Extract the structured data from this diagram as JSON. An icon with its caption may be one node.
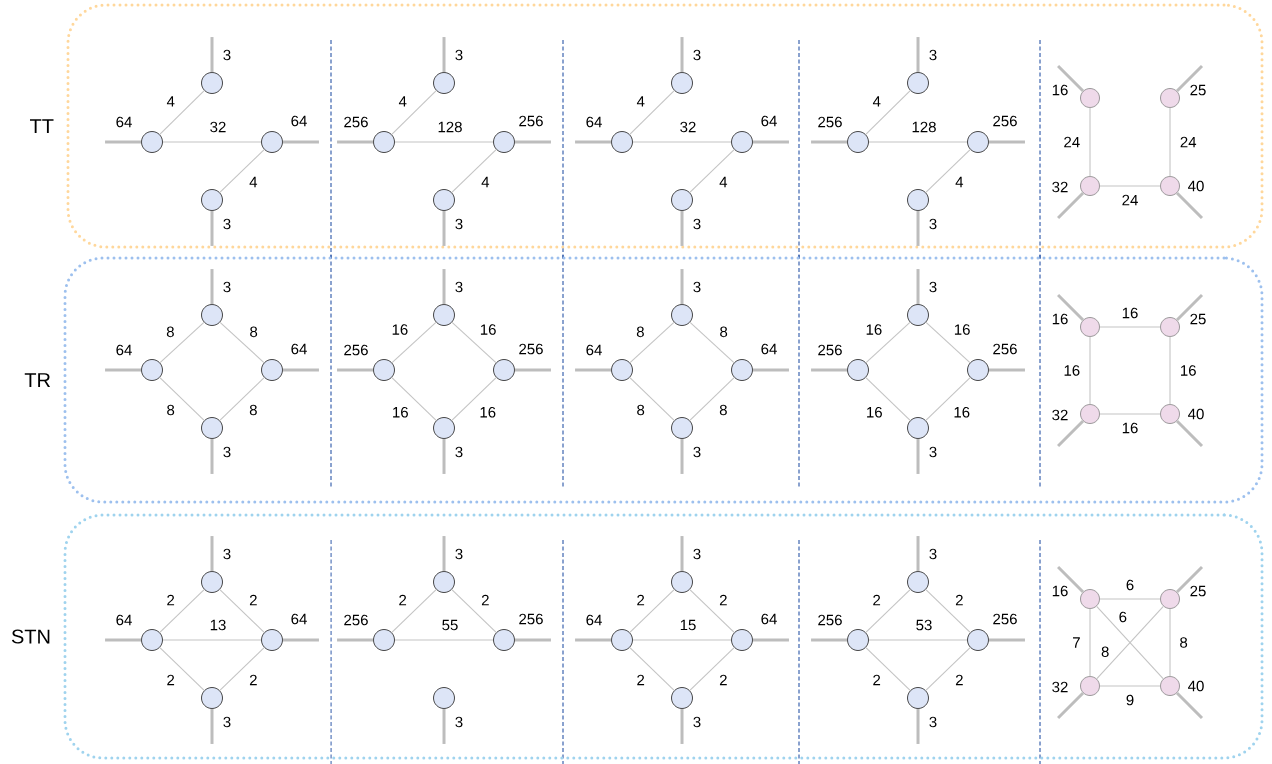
{
  "diagram": {
    "nodes": [
      {
        "text": [
          "TT"
        ]
      },
      {
        "text": [],
        "shape": "circle",
        "in": 0
      },
      {
        "text": [],
        "shape": "circle",
        "in": 0
      },
      {
        "text": [],
        "shape": "circle",
        "in": 0
      },
      {
        "text": [],
        "shape": "circle",
        "in": 0
      },
      {
        "text": [],
        "shape": "circle",
        "in": 0
      },
      {
        "text": [],
        "shape": "circle",
        "in": 0
      },
      {
        "text": [],
        "shape": "circle",
        "in": 0
      },
      {
        "text": [],
        "shape": "circle",
        "in": 0
      },
      {
        "text": [],
        "shape": "circle",
        "in": 0
      },
      {
        "text": [],
        "shape": "circle",
        "in": 0
      },
      {
        "text": [],
        "shape": "circle",
        "in": 0
      },
      {
        "text": [],
        "shape": "circle",
        "in": 0
      },
      {
        "text": [],
        "shape": "circle",
        "in": 0
      },
      {
        "text": [],
        "shape": "circle",
        "in": 0
      },
      {
        "text": [],
        "shape": "circle",
        "in": 0
      },
      {
        "text": [],
        "shape": "circle",
        "in": 0
      },
      {
        "text": [],
        "shape": "circle",
        "in": 0
      },
      {
        "text": [],
        "shape": "circle",
        "in": 0
      },
      {
        "text": [],
        "shape": "circle",
        "in": 0
      },
      {
        "text": [],
        "shape": "circle",
        "in": 0
      },
      {
        "text": [
          "TR"
        ]
      },
      {
        "text": [],
        "shape": "circle",
        "in": 21
      },
      {
        "text": [],
        "shape": "circle",
        "in": 21
      },
      {
        "text": [],
        "shape": "circle",
        "in": 21
      },
      {
        "text": [],
        "shape": "circle",
        "in": 21
      },
      {
        "text": [],
        "shape": "circle",
        "in": 21
      },
      {
        "text": [],
        "shape": "circle",
        "in": 21
      },
      {
        "text": [],
        "shape": "circle",
        "in": 21
      },
      {
        "text": [],
        "shape": "circle",
        "in": 21
      },
      {
        "text": [],
        "shape": "circle",
        "in": 21
      },
      {
        "text": [],
        "shape": "circle",
        "in": 21
      },
      {
        "text": [],
        "shape": "circle",
        "in": 21
      },
      {
        "text": [],
        "shape": "circle",
        "in": 21
      },
      {
        "text": [],
        "shape": "circle",
        "in": 21
      },
      {
        "text": [],
        "shape": "circle",
        "in": 21
      },
      {
        "text": [],
        "shape": "circle",
        "in": 21
      },
      {
        "text": [],
        "shape": "circle",
        "in": 21
      },
      {
        "text": [],
        "shape": "circle",
        "in": 21
      },
      {
        "text": [],
        "shape": "circle",
        "in": 21
      },
      {
        "text": [],
        "shape": "circle",
        "in": 21
      },
      {
        "text": [],
        "shape": "circle",
        "in": 21
      },
      {
        "text": [
          "STN"
        ]
      },
      {
        "text": [],
        "shape": "circle",
        "in": 42
      },
      {
        "text": [],
        "shape": "circle",
        "in": 42
      },
      {
        "text": [],
        "shape": "circle",
        "in": 42
      },
      {
        "text": [],
        "shape": "circle",
        "in": 42
      },
      {
        "text": [],
        "shape": "circle",
        "in": 42
      },
      {
        "text": [],
        "shape": "circle",
        "in": 42
      },
      {
        "text": [],
        "shape": "circle",
        "in": 42
      },
      {
        "text": [],
        "shape": "circle",
        "in": 42
      },
      {
        "text": [],
        "shape": "circle",
        "in": 42
      },
      {
        "text": [],
        "shape": "circle",
        "in": 42
      },
      {
        "text": [],
        "shape": "circle",
        "in": 42
      },
      {
        "text": [],
        "shape": "circle",
        "in": 42
      },
      {
        "text": [],
        "shape": "circle",
        "in": 42
      },
      {
        "text": [],
        "shape": "circle",
        "in": 42
      },
      {
        "text": [],
        "shape": "circle",
        "in": 42
      },
      {
        "text": [],
        "shape": "circle",
        "in": 42
      },
      {
        "text": [],
        "shape": "circle",
        "in": 42
      },
      {
        "text": [],
        "shape": "circle",
        "in": 42
      },
      {
        "text": [],
        "shape": "circle",
        "in": 42
      },
      {
        "text": [],
        "shape": "circle",
        "in": 42
      }
    ],
    "edges": [
      {
        "from": 1,
        "to": null,
        "arrow": "none",
        "label": "3"
      },
      {
        "from": 2,
        "to": null,
        "arrow": "none",
        "label": "64"
      },
      {
        "from": 2,
        "to": 1,
        "arrow": "none",
        "label": "4"
      },
      {
        "from": 2,
        "to": 3,
        "arrow": "none",
        "label": "32"
      },
      {
        "from": 3,
        "to": null,
        "arrow": "none",
        "label": "64"
      },
      {
        "from": 3,
        "to": 4,
        "arrow": "none",
        "label": "4"
      },
      {
        "from": 4,
        "to": null,
        "arrow": "none",
        "label": "3"
      },
      {
        "from": 5,
        "to": null,
        "arrow": "none",
        "label": "3"
      },
      {
        "from": 6,
        "to": null,
        "arrow": "none",
        "label": "256"
      },
      {
        "from": 6,
        "to": 5,
        "arrow": "none",
        "label": "4"
      },
      {
        "from": 6,
        "to": 7,
        "arrow": "none",
        "label": "128"
      },
      {
        "from": 7,
        "to": null,
        "arrow": "none",
        "label": "256"
      },
      {
        "from": 7,
        "to": 8,
        "arrow": "none",
        "label": "4"
      },
      {
        "from": 8,
        "to": null,
        "arrow": "none",
        "label": "3"
      },
      {
        "from": 9,
        "to": null,
        "arrow": "none",
        "label": "3"
      },
      {
        "from": 10,
        "to": null,
        "arrow": "none",
        "label": "64"
      },
      {
        "from": 10,
        "to": 9,
        "arrow": "none",
        "label": "4"
      },
      {
        "from": 10,
        "to": 11,
        "arrow": "none",
        "label": "32"
      },
      {
        "from": 11,
        "to": null,
        "arrow": "none",
        "label": "64"
      },
      {
        "from": 11,
        "to": 12,
        "arrow": "none",
        "label": "4"
      },
      {
        "from": 12,
        "to": null,
        "arrow": "none",
        "label": "3"
      },
      {
        "from": 13,
        "to": null,
        "arrow": "none",
        "label": "3"
      },
      {
        "from": 14,
        "to": null,
        "arrow": "none",
        "label": "256"
      },
      {
        "from": 14,
        "to": 13,
        "arrow": "none",
        "label": "4"
      },
      {
        "from": 14,
        "to": 15,
        "arrow": "none",
        "label": "128"
      },
      {
        "from": 15,
        "to": null,
        "arrow": "none",
        "label": "256"
      },
      {
        "from": 15,
        "to": 16,
        "arrow": "none",
        "label": "4"
      },
      {
        "from": 16,
        "to": null,
        "arrow": "none",
        "label": "3"
      },
      {
        "from": 17,
        "to": null,
        "arrow": "none",
        "label": "16"
      },
      {
        "from": 18,
        "to": null,
        "arrow": "none",
        "label": "25"
      },
      {
        "from": 17,
        "to": 19,
        "arrow": "none",
        "label": "24"
      },
      {
        "from": 18,
        "to": 20,
        "arrow": "none",
        "label": "24"
      },
      {
        "from": 19,
        "to": 20,
        "arrow": "none",
        "label": "24"
      },
      {
        "from": 19,
        "to": null,
        "arrow": "none",
        "label": "32"
      },
      {
        "from": 20,
        "to": null,
        "arrow": "none",
        "label": "40"
      },
      {
        "from": 22,
        "to": null,
        "arrow": "none",
        "label": "3"
      },
      {
        "from": 23,
        "to": null,
        "arrow": "none",
        "label": "64"
      },
      {
        "from": 23,
        "to": 22,
        "arrow": "none",
        "label": "8"
      },
      {
        "from": 22,
        "to": 24,
        "arrow": "none",
        "label": "8"
      },
      {
        "from": 24,
        "to": null,
        "arrow": "none",
        "label": "64"
      },
      {
        "from": 23,
        "to": 25,
        "arrow": "none",
        "label": "8"
      },
      {
        "from": 25,
        "to": 24,
        "arrow": "none",
        "label": "8"
      },
      {
        "from": 25,
        "to": null,
        "arrow": "none",
        "label": "3"
      },
      {
        "from": 26,
        "to": null,
        "arrow": "none",
        "label": "3"
      },
      {
        "from": 27,
        "to": null,
        "arrow": "none",
        "label": "256"
      },
      {
        "from": 27,
        "to": 26,
        "arrow": "none",
        "label": "16"
      },
      {
        "from": 26,
        "to": 28,
        "arrow": "none",
        "label": "16"
      },
      {
        "from": 28,
        "to": null,
        "arrow": "none",
        "label": "256"
      },
      {
        "from": 27,
        "to": 29,
        "arrow": "none",
        "label": "16"
      },
      {
        "from": 29,
        "to": 28,
        "arrow": "none",
        "label": "16"
      },
      {
        "from": 29,
        "to": null,
        "arrow": "none",
        "label": "3"
      },
      {
        "from": 30,
        "to": null,
        "arrow": "none",
        "label": "3"
      },
      {
        "from": 31,
        "to": null,
        "arrow": "none",
        "label": "64"
      },
      {
        "from": 31,
        "to": 30,
        "arrow": "none",
        "label": "8"
      },
      {
        "from": 30,
        "to": 32,
        "arrow": "none",
        "label": "8"
      },
      {
        "from": 32,
        "to": null,
        "arrow": "none",
        "label": "64"
      },
      {
        "from": 31,
        "to": 33,
        "arrow": "none",
        "label": "8"
      },
      {
        "from": 33,
        "to": 32,
        "arrow": "none",
        "label": "8"
      },
      {
        "from": 33,
        "to": null,
        "arrow": "none",
        "label": "3"
      },
      {
        "from": 34,
        "to": null,
        "arrow": "none",
        "label": "3"
      },
      {
        "from": 35,
        "to": null,
        "arrow": "none",
        "label": "256"
      },
      {
        "from": 35,
        "to": 34,
        "arrow": "none",
        "label": "16"
      },
      {
        "from": 34,
        "to": 36,
        "arrow": "none",
        "label": "16"
      },
      {
        "from": 36,
        "to": null,
        "arrow": "none",
        "label": "256"
      },
      {
        "from": 35,
        "to": 37,
        "arrow": "none",
        "label": "16"
      },
      {
        "from": 37,
        "to": 36,
        "arrow": "none",
        "label": "16"
      },
      {
        "from": 37,
        "to": null,
        "arrow": "none",
        "label": "3"
      },
      {
        "from": 38,
        "to": 39,
        "arrow": "none",
        "label": "16"
      },
      {
        "from": 38,
        "to": null,
        "arrow": "none",
        "label": "16"
      },
      {
        "from": 39,
        "to": null,
        "arrow": "none",
        "label": "25"
      },
      {
        "from": 38,
        "to": 40,
        "arrow": "none",
        "label": "16"
      },
      {
        "from": 39,
        "to": 41,
        "arrow": "none",
        "label": "16"
      },
      {
        "from": 40,
        "to": null,
        "arrow": "none",
        "label": "32"
      },
      {
        "from": 41,
        "to": null,
        "arrow": "none",
        "label": "40"
      },
      {
        "from": 40,
        "to": 41,
        "arrow": "none",
        "label": "16"
      },
      {
        "from": 43,
        "to": null,
        "arrow": "none",
        "label": "3"
      },
      {
        "from": 44,
        "to": 43,
        "arrow": "none",
        "label": "2"
      },
      {
        "from": 43,
        "to": 45,
        "arrow": "none",
        "label": "2"
      },
      {
        "from": 44,
        "to": null,
        "arrow": "none",
        "label": "64"
      },
      {
        "from": 44,
        "to": 45,
        "arrow": "none",
        "label": "13"
      },
      {
        "from": 45,
        "to": null,
        "arrow": "none",
        "label": "64"
      },
      {
        "from": 44,
        "to": 46,
        "arrow": "none",
        "label": "2"
      },
      {
        "from": 46,
        "to": 45,
        "arrow": "none",
        "label": "2"
      },
      {
        "from": 46,
        "to": null,
        "arrow": "none",
        "label": "3"
      },
      {
        "from": 47,
        "to": null,
        "arrow": "none",
        "label": "3"
      },
      {
        "from": 48,
        "to": 47,
        "arrow": "none",
        "label": "2"
      },
      {
        "from": 47,
        "to": 49,
        "arrow": "none",
        "label": "2"
      },
      {
        "from": 48,
        "to": null,
        "arrow": "none",
        "label": "256"
      },
      {
        "from": 48,
        "to": 49,
        "arrow": "none",
        "label": "55"
      },
      {
        "from": 49,
        "to": null,
        "arrow": "none",
        "label": "256"
      },
      {
        "from": 50,
        "to": null,
        "arrow": "none",
        "label": "3"
      },
      {
        "from": 51,
        "to": null,
        "arrow": "none",
        "label": "3"
      },
      {
        "from": 52,
        "to": 51,
        "arrow": "none",
        "label": "2"
      },
      {
        "from": 51,
        "to": 53,
        "arrow": "none",
        "label": "2"
      },
      {
        "from": 52,
        "to": null,
        "arrow": "none",
        "label": "64"
      },
      {
        "from": 52,
        "to": 53,
        "arrow": "none",
        "label": "15"
      },
      {
        "from": 53,
        "to": null,
        "arrow": "none",
        "label": "64"
      },
      {
        "from": 52,
        "to": 54,
        "arrow": "none",
        "label": "2"
      },
      {
        "from": 54,
        "to": 53,
        "arrow": "none",
        "label": "2"
      },
      {
        "from": 54,
        "to": null,
        "arrow": "none",
        "label": "3"
      },
      {
        "from": 55,
        "to": null,
        "arrow": "none",
        "label": "3"
      },
      {
        "from": 56,
        "to": 55,
        "arrow": "none",
        "label": "2"
      },
      {
        "from": 55,
        "to": 57,
        "arrow": "none",
        "label": "2"
      },
      {
        "from": 56,
        "to": null,
        "arrow": "none",
        "label": "256"
      },
      {
        "from": 56,
        "to": 57,
        "arrow": "none",
        "label": "53"
      },
      {
        "from": 57,
        "to": null,
        "arrow": "none",
        "label": "256"
      },
      {
        "from": 56,
        "to": 58,
        "arrow": "none",
        "label": "2"
      },
      {
        "from": 58,
        "to": 57,
        "arrow": "none",
        "label": "2"
      },
      {
        "from": 58,
        "to": null,
        "arrow": "none",
        "label": "3"
      },
      {
        "from": 59,
        "to": null,
        "arrow": "none",
        "label": "16"
      },
      {
        "from": 59,
        "to": 60,
        "arrow": "none",
        "label": "6"
      },
      {
        "from": 60,
        "to": null,
        "arrow": "none",
        "label": "25"
      },
      {
        "from": 59,
        "to": 62,
        "arrow": "none",
        "label": "6"
      },
      {
        "from": 59,
        "to": 61,
        "arrow": "none",
        "label": "7"
      },
      {
        "from": 60,
        "to": 61,
        "arrow": "none",
        "label": "8"
      },
      {
        "from": 60,
        "to": 62,
        "arrow": "none",
        "label": "8"
      },
      {
        "from": 61,
        "to": null,
        "arrow": "none",
        "label": "32"
      },
      {
        "from": 61,
        "to": 62,
        "arrow": "none",
        "label": "9"
      },
      {
        "from": 62,
        "to": null,
        "arrow": "none",
        "label": "40"
      }
    ]
  }
}
